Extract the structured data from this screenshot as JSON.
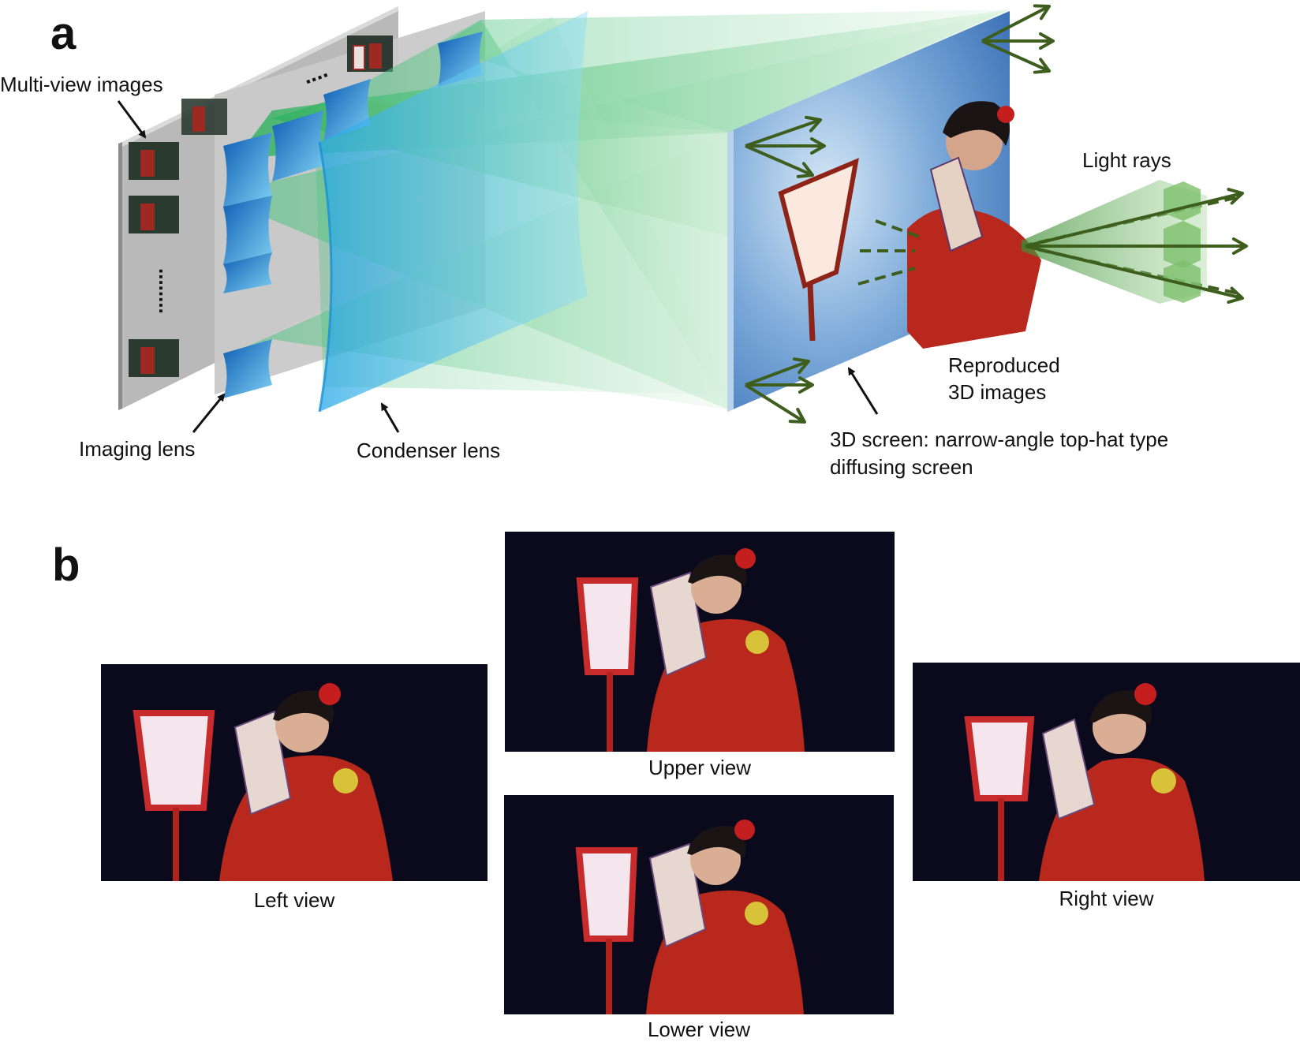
{
  "panel_a": {
    "letter": "a",
    "labels": {
      "multi_view": "Multi-view images",
      "imaging_lens": "Imaging lens",
      "condenser_lens": "Condenser lens",
      "screen_line1": "3D screen: narrow-angle top-hat type",
      "screen_line2": "diffusing screen",
      "reproduced_line1": "Reproduced",
      "reproduced_line2": "3D images",
      "light_rays": "Light rays",
      "ellipsis_h": "....",
      "ellipsis_v": "........"
    }
  },
  "panel_b": {
    "letter": "b",
    "views": {
      "left": "Left view",
      "upper": "Upper view",
      "lower": "Lower view",
      "right": "Right view"
    }
  },
  "colors": {
    "ray_green": "#3fbf6a",
    "lens_blue": "#1e7fd0",
    "screen_blue": "#3a78c0",
    "arrow_green": "#3e5e1e",
    "kimono_red": "#b8281c",
    "photo_bg": "#0b0a1c"
  }
}
